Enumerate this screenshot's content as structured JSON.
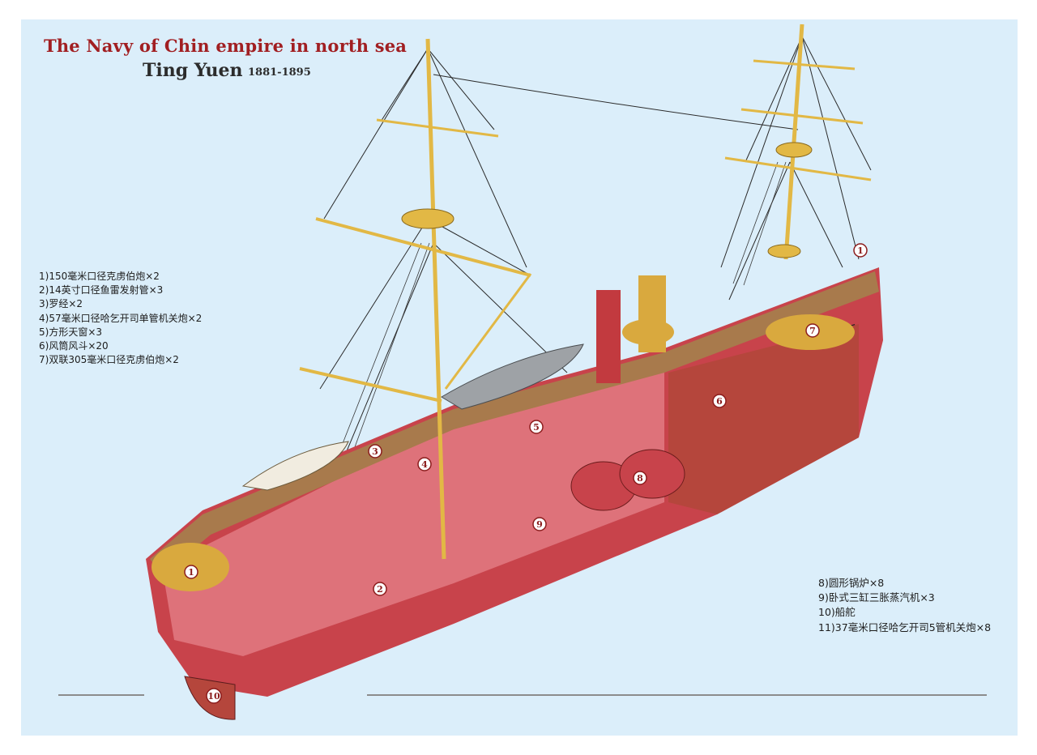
{
  "header": {
    "title": "The Navy of Chin empire in north sea",
    "ship_name": "Ting Yuen",
    "years": "1881-1895"
  },
  "legend_left": [
    "1)150毫米口径克虏伯炮×2",
    "2)14英寸口径鱼雷发射管×3",
    "3)罗经×2",
    "4)57毫米口径哈乞开司单管机关炮×2",
    "5)方形天窗×3",
    "6)风筒风斗×20",
    "7)双联305毫米口径克虏伯炮×2"
  ],
  "legend_right": [
    "8)圆形锅炉×8",
    "9)卧式三缸三胀蒸汽机×3",
    "10)船舵",
    "11)37毫米口径哈乞开司5管机关炮×8"
  ],
  "callouts": [
    "1",
    "2",
    "3",
    "4",
    "5",
    "6",
    "7",
    "8",
    "9",
    "10",
    "1"
  ],
  "colors": {
    "background": "#dbeefa",
    "title_red": "#a11f22",
    "hull_red": "#c8434b",
    "hull_inner": "#e27a83",
    "deck_wood": "#a87a4c",
    "mast_yellow": "#e2b845",
    "black_band": "#1f1f1f"
  }
}
